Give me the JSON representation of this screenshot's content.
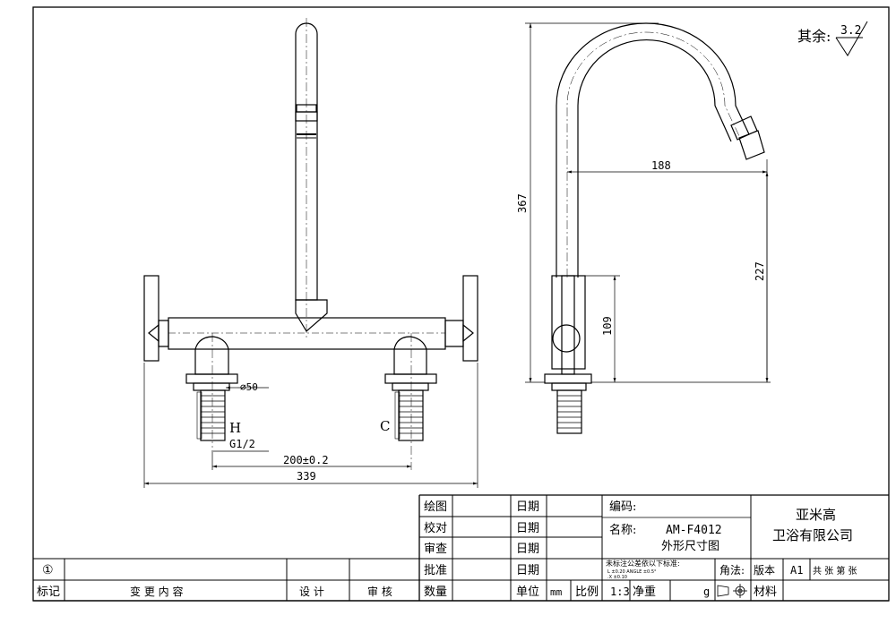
{
  "surface_finish": {
    "label": "其余:",
    "value": "3.2"
  },
  "dimensions": {
    "overall_width": "339",
    "center_distance": "200±0.2",
    "thread": "G1/2",
    "flange_dia": "⌀50",
    "hot_mark": "H",
    "cold_mark": "C",
    "total_height": "367",
    "spout_reach": "188",
    "spout_height": "227",
    "valve_height": "109"
  },
  "title_block": {
    "row_labels": [
      "绘图",
      "校对",
      "审查",
      "批准"
    ],
    "date_label": "日期",
    "code_label": "编码:",
    "name_label": "名称:",
    "model": "AM-F4012",
    "drawing_name": "外形尺寸图",
    "company_line1": "亚米高",
    "company_line2": "卫浴有限公司",
    "tolerance_note": "未标注公差依以下标准:",
    "tolerance_detail1": "L        ±0.20   ANGLE  ±0.5°",
    "tolerance_detail2": "  .X      ±0.10",
    "projection_label": "角法:",
    "version_label": "版本",
    "version_value": "A1",
    "sheets_label": "共  张 第  张",
    "revision_number": "①",
    "mark_label": "标记",
    "change_label": "变  更  内  容",
    "design_label": "设  计",
    "review_label": "审  核",
    "quantity_label": "数量",
    "unit_label": "单位",
    "unit_value": "mm",
    "scale_label": "比例",
    "scale_value": "1:3",
    "net_weight_label": "净重",
    "weight_unit": "g",
    "material_label": "材料"
  }
}
